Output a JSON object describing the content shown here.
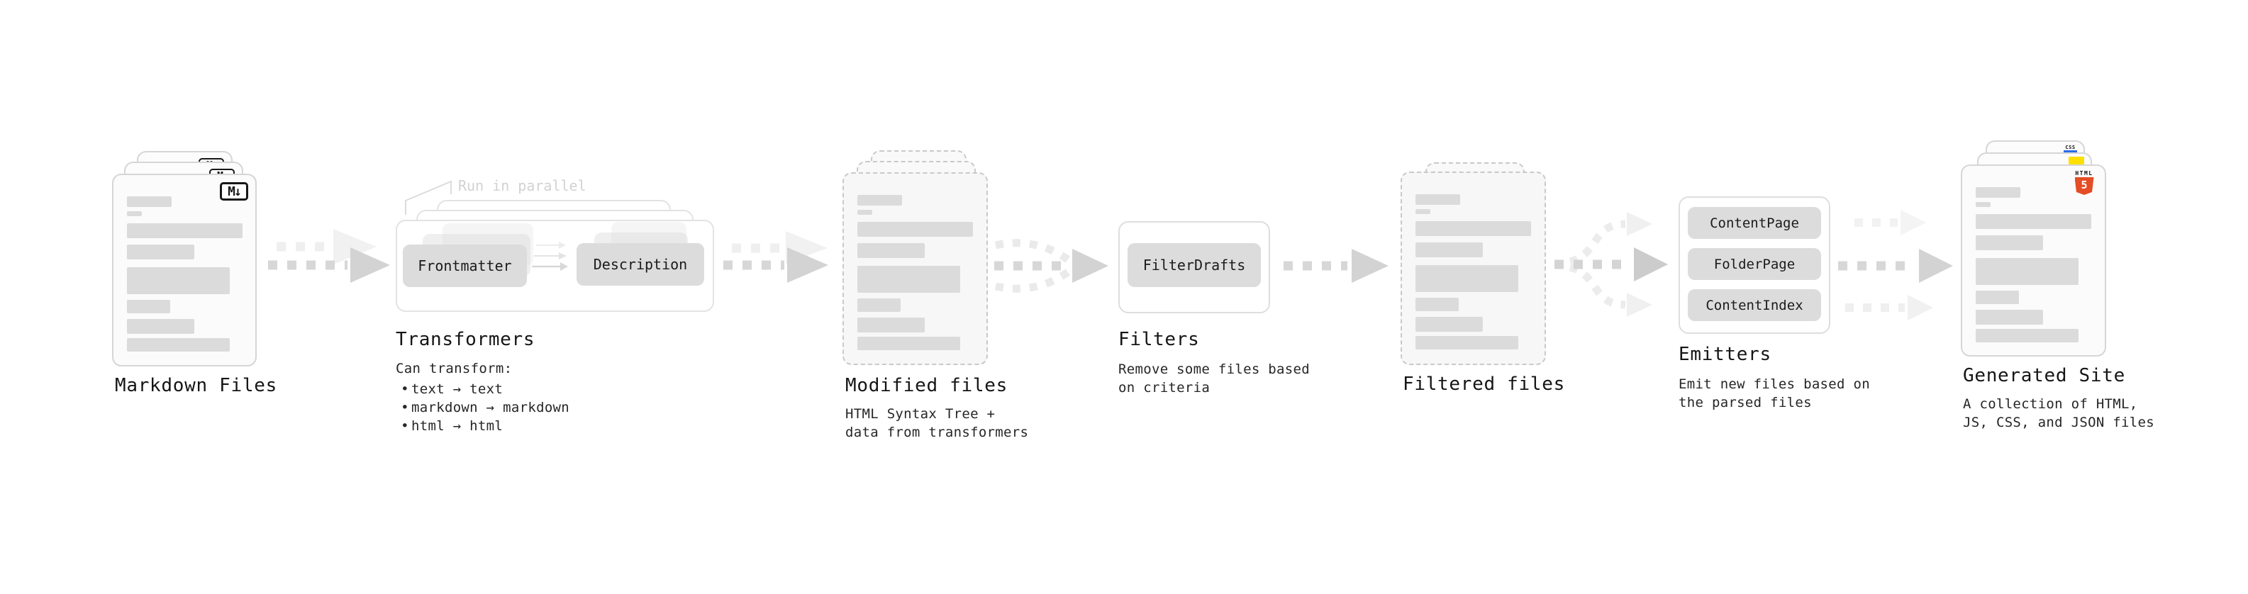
{
  "glyphs": {
    "bullet": "•"
  },
  "colors": {
    "background": "#ffffff",
    "card_border": "#d6d6d6",
    "dashed_border": "#c9c9c9",
    "skeleton_gray": "#dbdbdb",
    "pill_gray": "#dcdcdc",
    "arrow_gray": "#d7d7d7",
    "ghost_arrow_gray": "#efefef",
    "faint_label_gray": "#d2d2d2",
    "html5_orange": "#e44d26",
    "js_yellow": "#ffe000",
    "css_blue": "#2b6be8"
  },
  "stages": {
    "markdown_files": {
      "title": "Markdown Files",
      "badge": "M↓"
    },
    "transformers": {
      "title": "Transformers",
      "annotation": "Run in parallel",
      "node_from": "Frontmatter",
      "node_to": "Description",
      "subtitle": "Can transform:",
      "bullets": [
        "text → text",
        "markdown → markdown",
        "html → html"
      ]
    },
    "modified_files": {
      "title": "Modified files",
      "description": "HTML Syntax Tree +\ndata from transformers"
    },
    "filters": {
      "title": "Filters",
      "pill": "FilterDrafts",
      "description": "Remove some files based\non criteria"
    },
    "filtered_files": {
      "title": "Filtered files"
    },
    "emitters": {
      "title": "Emitters",
      "pills": [
        "ContentPage",
        "FolderPage",
        "ContentIndex"
      ],
      "description": "Emit new files based on\nthe parsed files"
    },
    "generated_site": {
      "title": "Generated Site",
      "description": "A collection of HTML,\nJS, CSS, and JSON files",
      "badge_css": "CSS",
      "badge_html_label": "HTML",
      "badge_html_number": "5"
    }
  }
}
